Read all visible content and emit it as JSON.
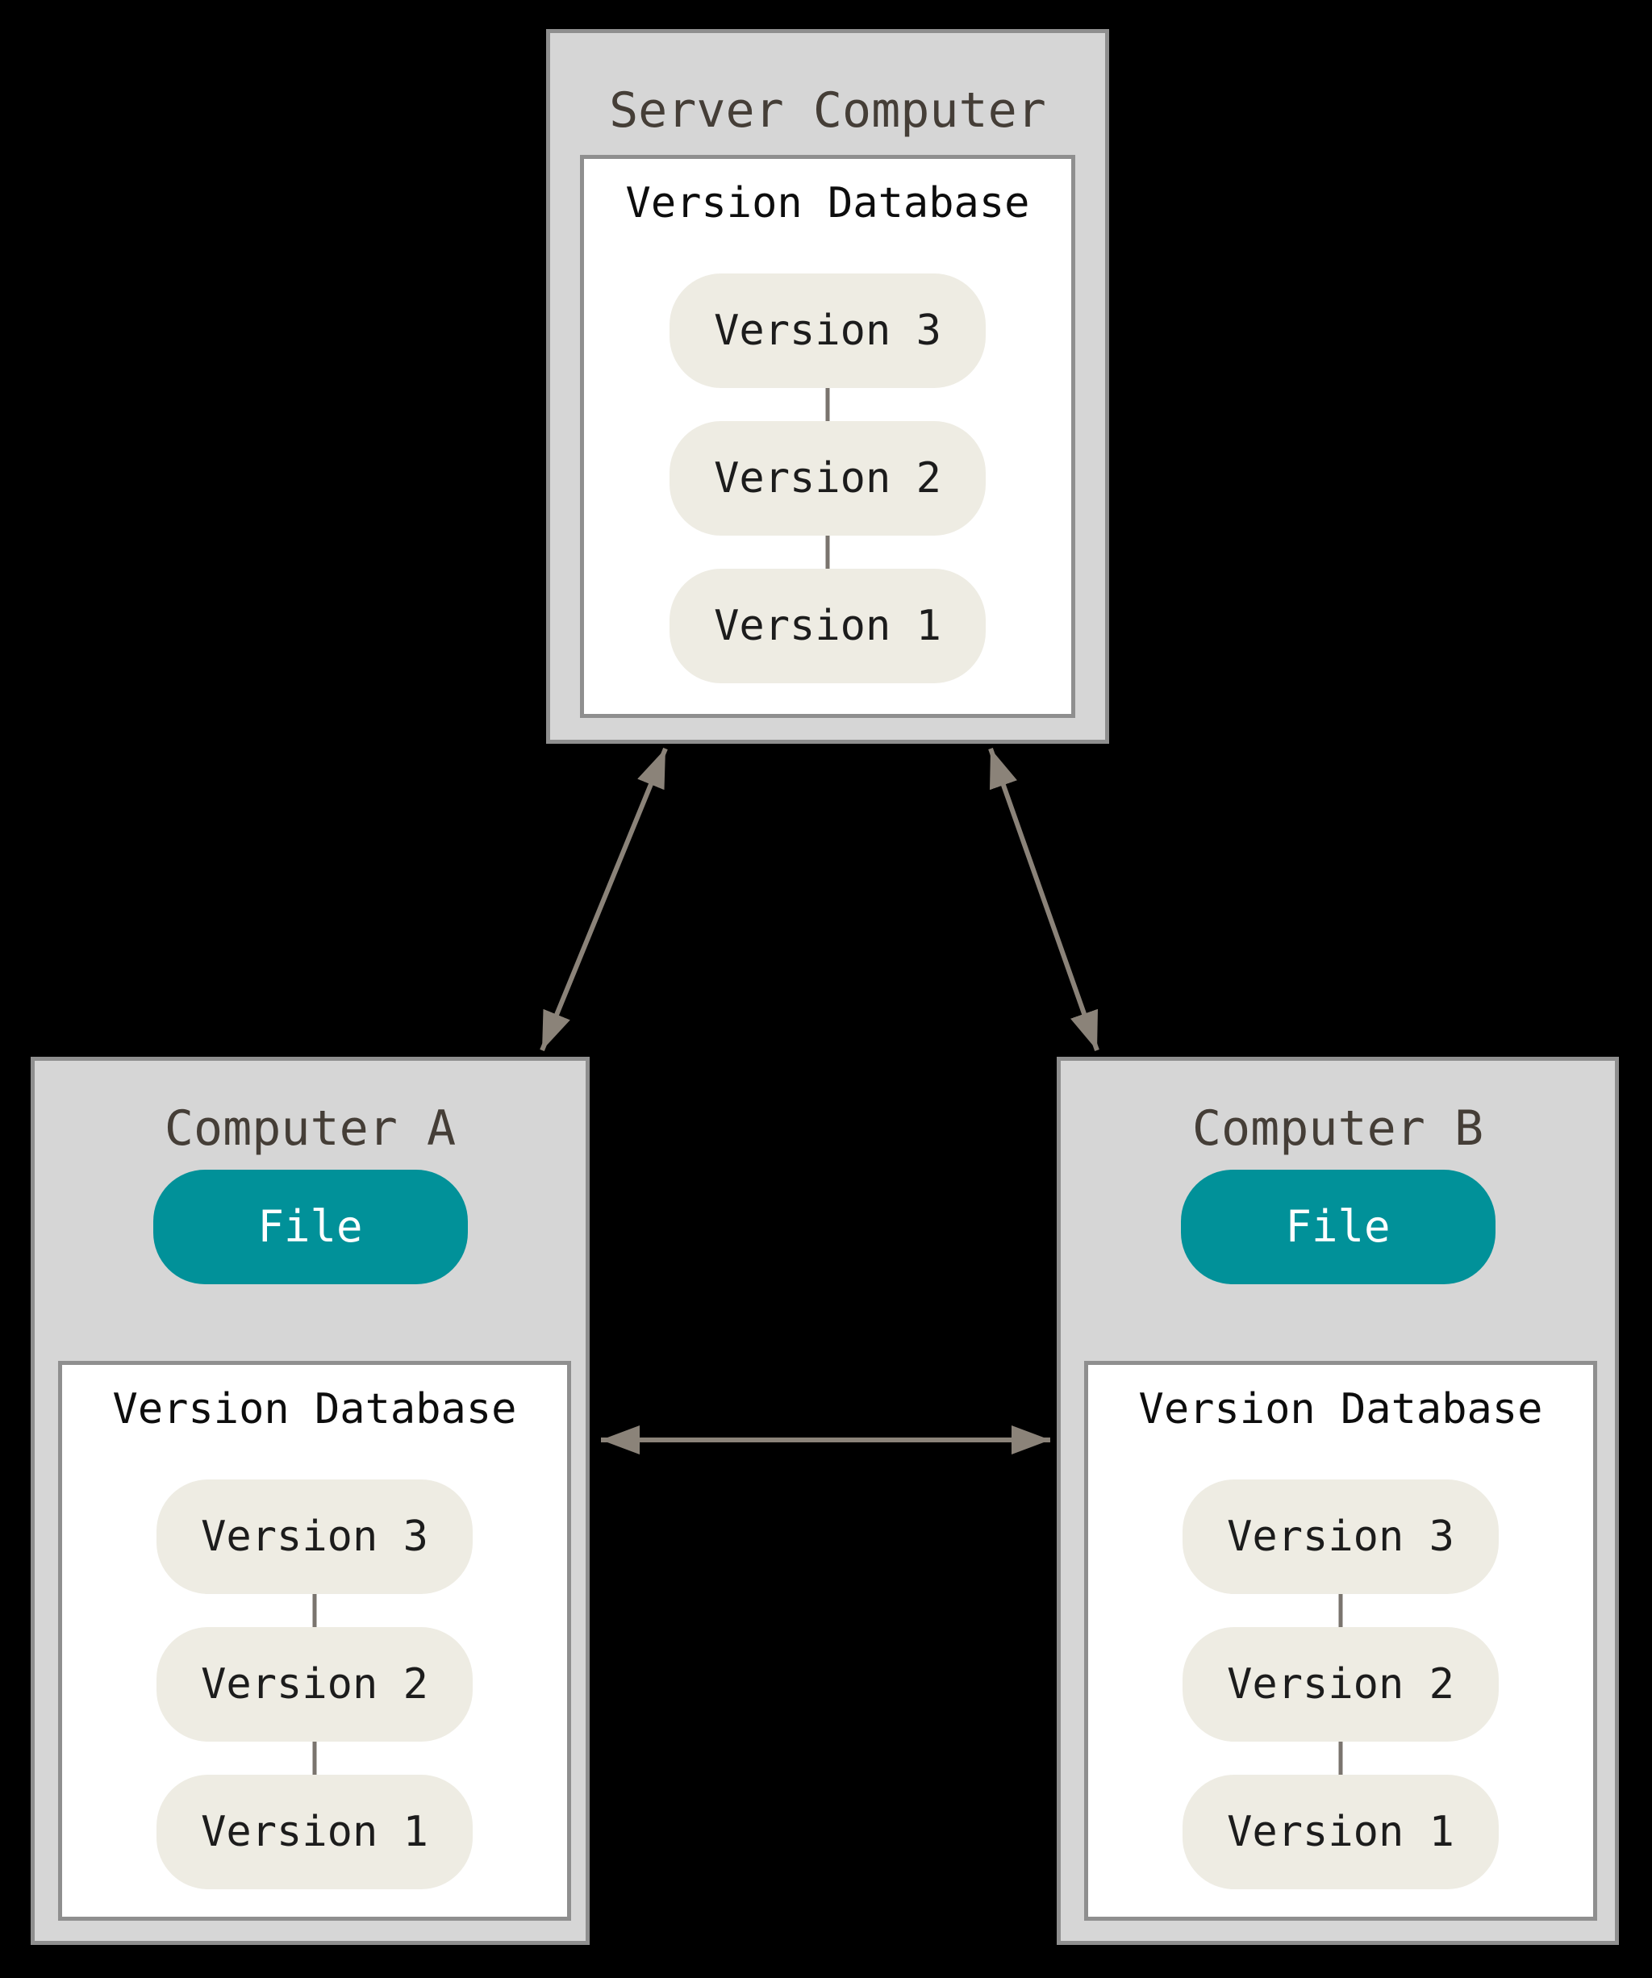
{
  "colors": {
    "canvas_bg": "#000000",
    "machine_fill": "#d6d6d6",
    "machine_border": "#8f8f8f",
    "db_fill": "#ffffff",
    "db_border": "#8f8f8f",
    "pill_fill": "#eeece3",
    "pill_text": "#1c1c1c",
    "machine_title_text": "#453e37",
    "db_title_text": "#0d0d0d",
    "file_fill": "#019199",
    "file_text": "#ffffff",
    "arrow": "#8b8379",
    "connector": "#7a746e"
  },
  "server": {
    "title": "Server Computer",
    "database": {
      "title": "Version Database",
      "versions": [
        "Version 3",
        "Version 2",
        "Version 1"
      ]
    }
  },
  "computer_a": {
    "title": "Computer A",
    "file_label": "File",
    "database": {
      "title": "Version Database",
      "versions": [
        "Version 3",
        "Version 2",
        "Version 1"
      ]
    }
  },
  "computer_b": {
    "title": "Computer B",
    "file_label": "File",
    "database": {
      "title": "Version Database",
      "versions": [
        "Version 3",
        "Version 2",
        "Version 1"
      ]
    }
  }
}
